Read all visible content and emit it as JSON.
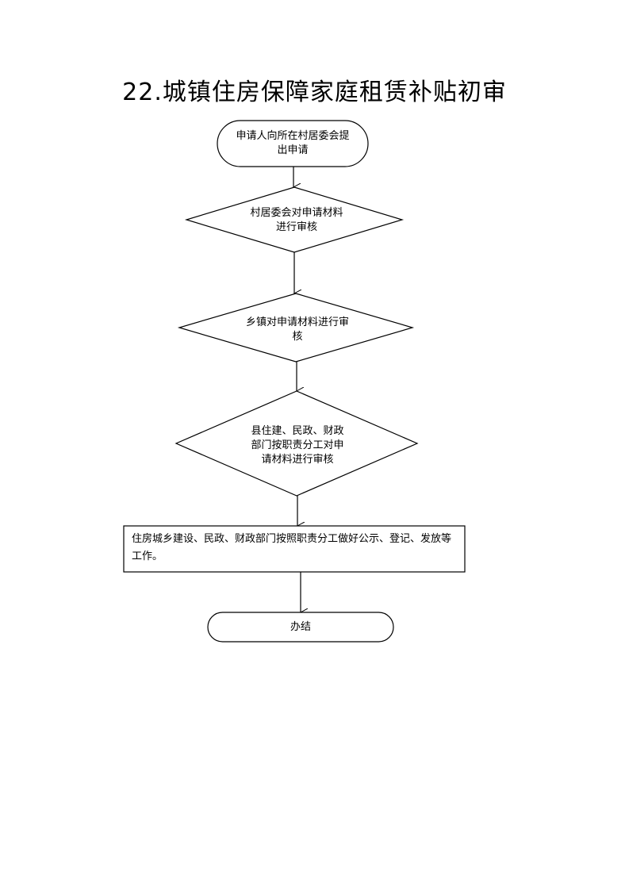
{
  "title": "22.城镇住房保障家庭租赁补贴初审",
  "flow": {
    "start": {
      "text": "申请人向所在村居委会提出申请"
    },
    "step1": {
      "text": "村居委会对申请材料进行审核"
    },
    "step2": {
      "text": "乡镇对申请材料进行审核"
    },
    "step3": {
      "text": "县住建、民政、财政部门按职责分工对申请材料进行审核"
    },
    "step4": {
      "text": "住房城乡建设、民政、财政部门按照职责分工做好公示、登记、发放等工作。"
    },
    "end": {
      "text": "办结"
    }
  }
}
